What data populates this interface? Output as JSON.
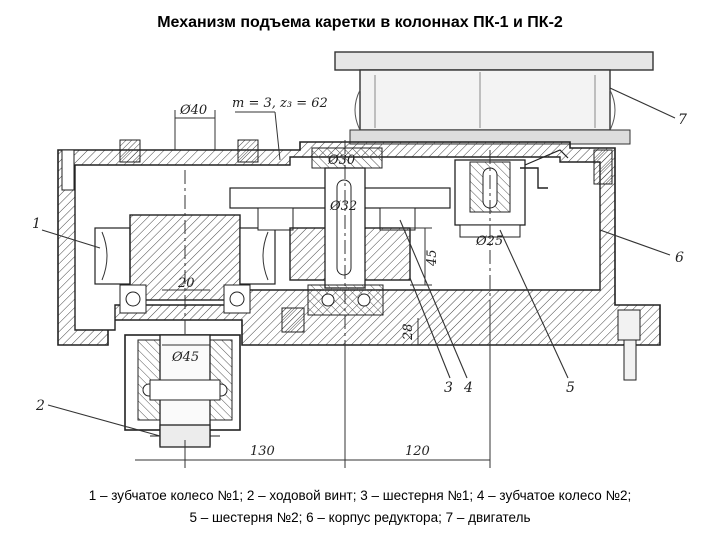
{
  "title": "Механизм подъема каретки в колоннах ПК-1 и ПК-2",
  "dimensions": {
    "d40": "Ø40",
    "gear_params": "m = 3,  z₃ = 62",
    "d30": "Ø30",
    "d32": "Ø32",
    "d25": "Ø25",
    "d45": "Ø45",
    "dim20": "20",
    "dim45": "45",
    "dim28": "28",
    "dim130": "130",
    "dim120": "120"
  },
  "part_numbers": {
    "p1": "1",
    "p2": "2",
    "p3": "3",
    "p4": "4",
    "p5": "5",
    "p6": "6",
    "p7": "7"
  },
  "caption": {
    "line1": "1 – зубчатое колесо №1; 2 – ходовой винт; 3 – шестерня №1; 4 – зубчатое колесо №2;",
    "line2": "5 – шестерня №2; 6 – корпус редуктора; 7 – двигатель"
  }
}
